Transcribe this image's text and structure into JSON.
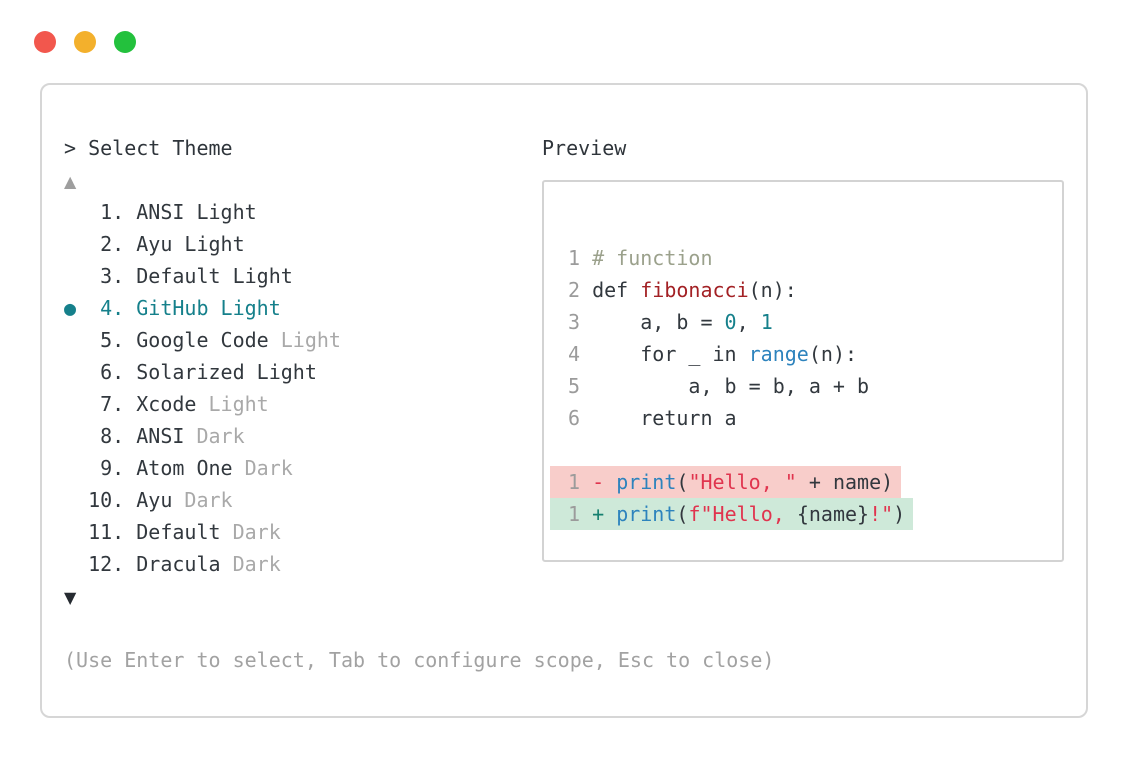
{
  "window": {
    "traffic_lights": [
      {
        "name": "close-light",
        "color": "#f2574d"
      },
      {
        "name": "minimize-light",
        "color": "#f3b02c"
      },
      {
        "name": "zoom-light",
        "color": "#23c13d"
      }
    ]
  },
  "colors": {
    "accent_teal": "#15808b",
    "text_dark": "#32383e",
    "text_muted": "#a9a9a9",
    "diff_removed_bg": "#f8cdca",
    "diff_added_bg": "#cee9d9",
    "string_red": "#e0344e",
    "call_blue": "#2d83bd",
    "funcdef_red": "#a32125",
    "comment_olive": "#9ba18c"
  },
  "prompt": {
    "label": "> Select Theme"
  },
  "scroll": {
    "up": "▲",
    "down": "▼"
  },
  "theme_list": {
    "items": [
      {
        "lead": "   ",
        "label": "1. ANSI Light",
        "suffix": "",
        "selected": false
      },
      {
        "lead": "   ",
        "label": "2. Ayu Light",
        "suffix": "",
        "selected": false
      },
      {
        "lead": "   ",
        "label": "3. Default Light",
        "suffix": "",
        "selected": false
      },
      {
        "lead": "●  ",
        "label": "4. GitHub Light",
        "suffix": "",
        "selected": true
      },
      {
        "lead": "   ",
        "label": "5. Google Code ",
        "suffix": "Light",
        "selected": false
      },
      {
        "lead": "   ",
        "label": "6. Solarized Light",
        "suffix": "",
        "selected": false
      },
      {
        "lead": "   ",
        "label": "7. Xcode ",
        "suffix": "Light",
        "selected": false
      },
      {
        "lead": "   ",
        "label": "8. ANSI ",
        "suffix": "Dark",
        "selected": false
      },
      {
        "lead": "   ",
        "label": "9. Atom One ",
        "suffix": "Dark",
        "selected": false
      },
      {
        "lead": "  ",
        "label": "10. Ayu ",
        "suffix": "Dark",
        "selected": false
      },
      {
        "lead": "  ",
        "label": "11. Default ",
        "suffix": "Dark",
        "selected": false
      },
      {
        "lead": "  ",
        "label": "12. Dracula ",
        "suffix": "Dark",
        "selected": false
      }
    ]
  },
  "preview": {
    "label": "Preview",
    "code_lines": [
      {
        "tokens": [
          [
            "ln",
            "1 "
          ],
          [
            "comment",
            "# function"
          ]
        ]
      },
      {
        "tokens": [
          [
            "ln",
            "2 "
          ],
          [
            "plain",
            "def "
          ],
          [
            "funcdef",
            "fibonacci"
          ],
          [
            "plain",
            "(n):"
          ]
        ]
      },
      {
        "tokens": [
          [
            "ln",
            "3 "
          ],
          [
            "plain",
            "    a, b = "
          ],
          [
            "numlit",
            "0"
          ],
          [
            "plain",
            ", "
          ],
          [
            "numlit",
            "1"
          ]
        ]
      },
      {
        "tokens": [
          [
            "ln",
            "4 "
          ],
          [
            "plain",
            "    for _ in "
          ],
          [
            "call",
            "range"
          ],
          [
            "plain",
            "(n):"
          ]
        ]
      },
      {
        "tokens": [
          [
            "ln",
            "5 "
          ],
          [
            "plain",
            "        a, b = b, a + b"
          ]
        ]
      },
      {
        "tokens": [
          [
            "ln",
            "6 "
          ],
          [
            "plain",
            "    return a"
          ]
        ]
      },
      {
        "tokens": []
      },
      {
        "diff": "removed",
        "tokens": [
          [
            "ln",
            "1 "
          ],
          [
            "minus",
            "- "
          ],
          [
            "call",
            "print"
          ],
          [
            "plain",
            "("
          ],
          [
            "string",
            "\"Hello, \""
          ],
          [
            "plain",
            " + name)"
          ]
        ]
      },
      {
        "diff": "added",
        "tokens": [
          [
            "ln",
            "1 "
          ],
          [
            "plus",
            "+ "
          ],
          [
            "call",
            "print"
          ],
          [
            "plain",
            "("
          ],
          [
            "string",
            "f\"Hello, "
          ],
          [
            "plain",
            "{name}"
          ],
          [
            "string",
            "!\""
          ],
          [
            "plain",
            ")"
          ]
        ]
      }
    ]
  },
  "footer": {
    "help_text": "(Use Enter to select, Tab to configure scope, Esc to close)"
  }
}
